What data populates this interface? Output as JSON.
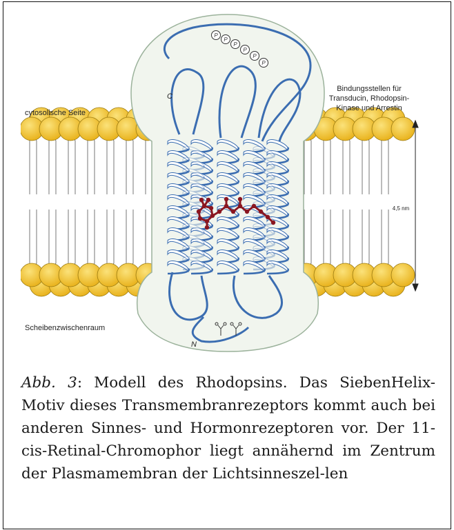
{
  "figure": {
    "labels": {
      "cytosol": "cytosolische Seite",
      "binding_line1": "Bindungsstellen für",
      "binding_line2": "Transducin, Rhodopsin-",
      "binding_line3": "Kinase und Arrestin",
      "thickness": "4,5 nm",
      "intradisc": "Scheibenzwischenraum",
      "c_terminus": "C",
      "n_terminus": "N",
      "phospho_mark": "P"
    },
    "colors": {
      "lipid_head": "#f2c53a",
      "lipid_head_edge": "#9a7a10",
      "helix": "#3b6db1",
      "retinal": "#8a1620",
      "protein_region": "#f1f5ee",
      "protein_outline": "#9bb29b"
    }
  },
  "caption": {
    "abbr": "Abb. 3",
    "text": ": Modell des Rhodopsins. Das SiebenHelix-Motiv dieses Transmembranrezeptors kommt auch bei anderen Sinnes- und Hormonrezeptoren vor. Der 11-cis-Retinal-Chromophor liegt annähernd im Zentrum der Plasmamembran der Lichtsinneszel-len"
  }
}
